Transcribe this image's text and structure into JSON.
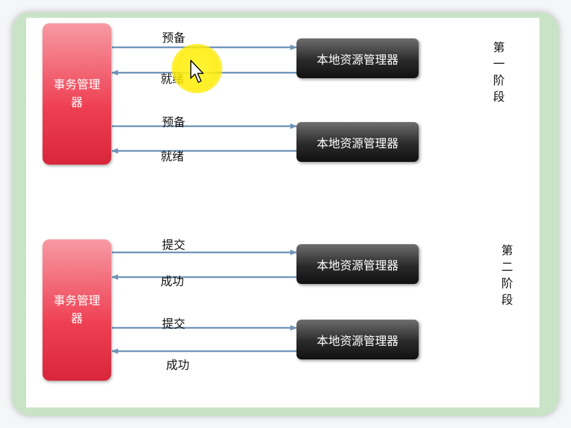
{
  "phase1": {
    "label": [
      "第",
      "一",
      "阶",
      "段"
    ],
    "tm_label": "事务管理器",
    "rows": [
      {
        "forward": "预备",
        "back": "就绪",
        "rm": "本地资源管理器"
      },
      {
        "forward": "预备",
        "back": "就绪",
        "rm": "本地资源管理器"
      }
    ]
  },
  "phase2": {
    "label": [
      "第",
      "二",
      "阶",
      "段"
    ],
    "tm_label": "事务管理器",
    "rows": [
      {
        "forward": "提交",
        "back": "成功",
        "rm": "本地资源管理器"
      },
      {
        "forward": "提交",
        "back": "成功",
        "rm": "本地资源管理器"
      }
    ]
  },
  "colors": {
    "arrow": "#6f93b8",
    "tm": "#ee3f52",
    "rm": "#222222",
    "frame": "#c9e3c6",
    "highlight": "#ffeb00"
  }
}
